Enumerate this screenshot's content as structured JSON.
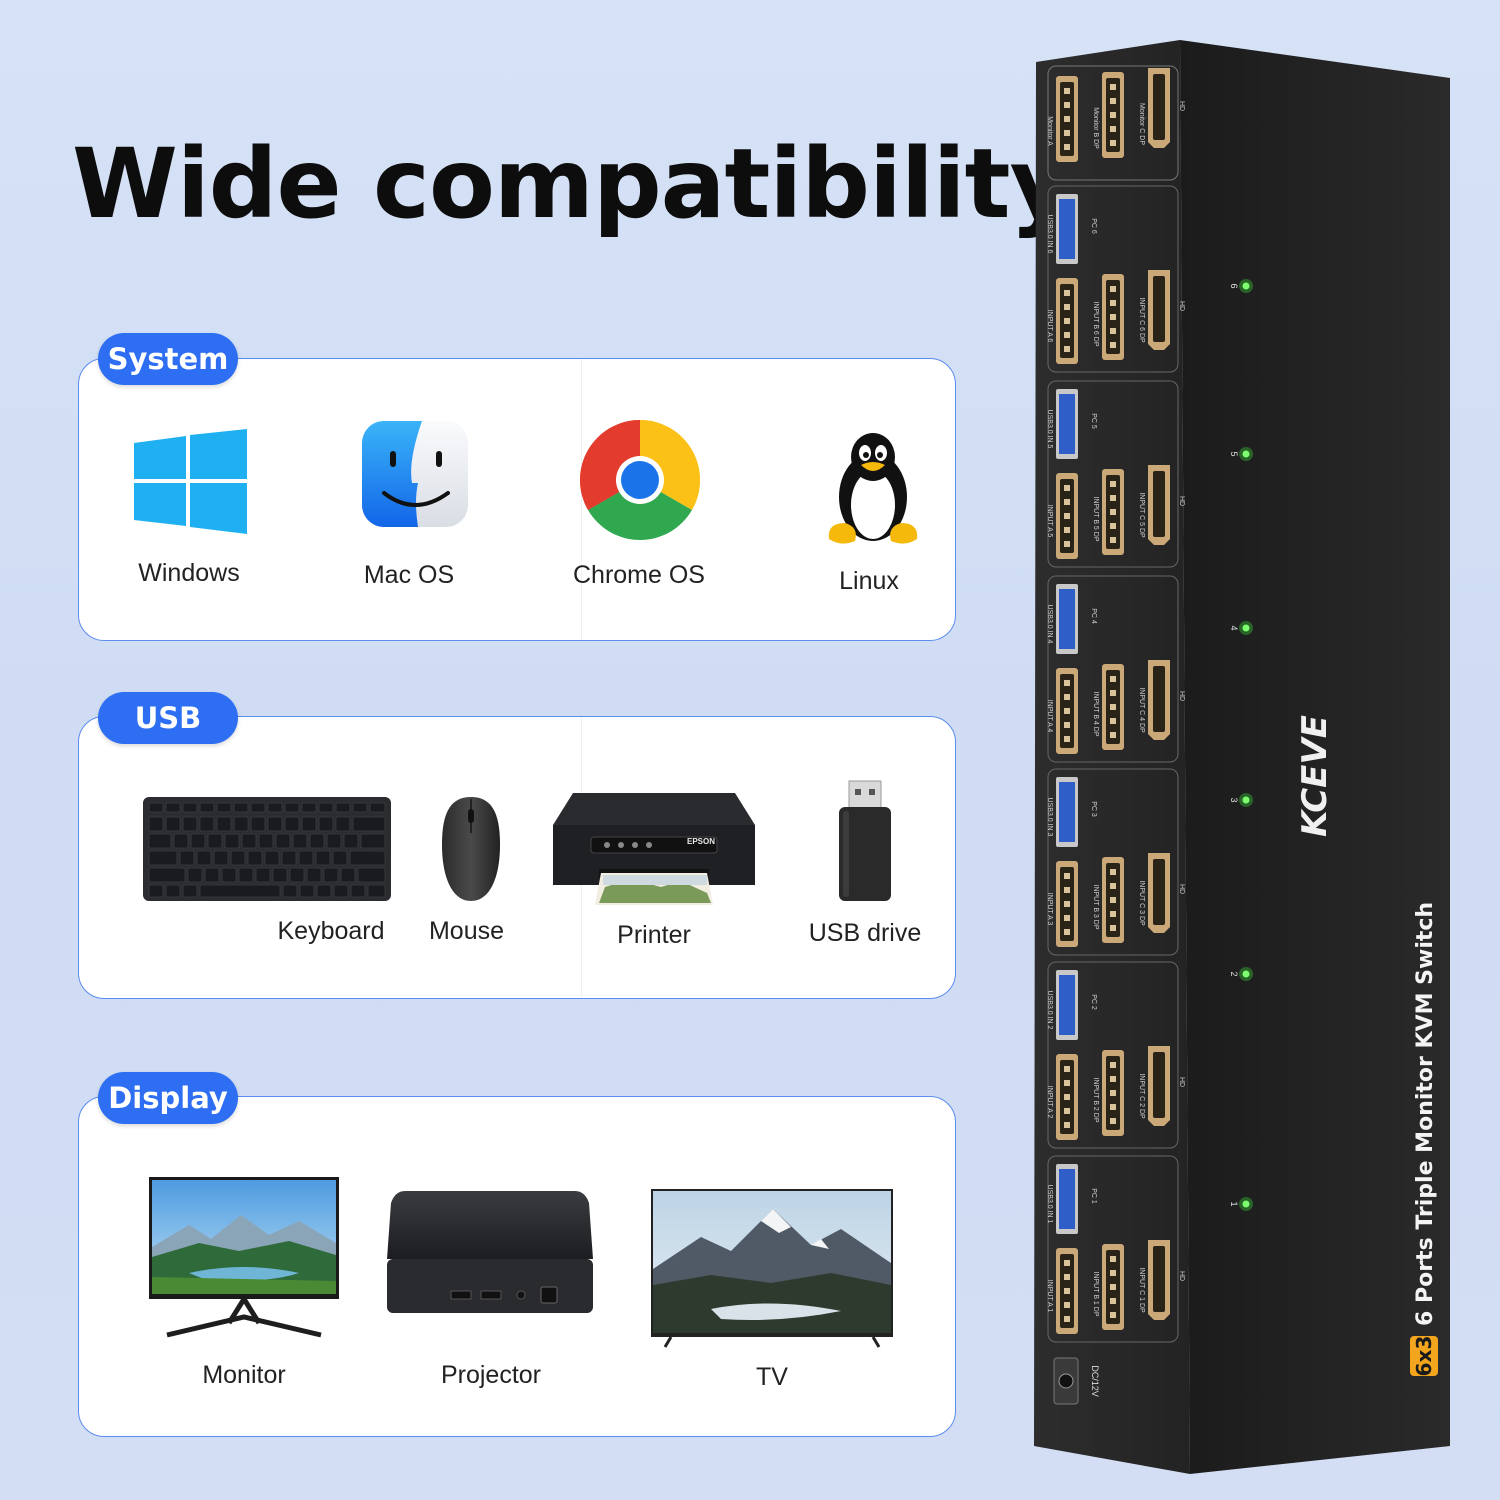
{
  "title": "Wide compatibility",
  "sections": [
    {
      "badge": "System",
      "items": [
        {
          "label": "Windows",
          "icon": "windows-logo-icon"
        },
        {
          "label": "Mac OS",
          "icon": "finder-logo-icon"
        },
        {
          "label": "Chrome OS",
          "icon": "chrome-logo-icon"
        },
        {
          "label": "Linux",
          "icon": "tux-penguin-icon"
        }
      ]
    },
    {
      "badge": "USB",
      "items": [
        {
          "label": "Keyboard",
          "icon": "keyboard-icon"
        },
        {
          "label": "Mouse",
          "icon": "mouse-icon"
        },
        {
          "label": "Printer",
          "icon": "printer-icon"
        },
        {
          "label": "USB drive",
          "icon": "usb-drive-icon"
        }
      ]
    },
    {
      "badge": "Display",
      "items": [
        {
          "label": "Monitor",
          "icon": "monitor-icon"
        },
        {
          "label": "Projector",
          "icon": "projector-icon"
        },
        {
          "label": "TV",
          "icon": "tv-icon"
        }
      ]
    }
  ],
  "printer_brand": "EPSON",
  "device": {
    "brand": "KCEVE",
    "name": "6 Ports Triple Monitor KVM Switch",
    "badge": "6x3",
    "power_label": "DC/12V",
    "monitor_ports": [
      "Monitor A",
      "Monitor B DP",
      "Monitor C DP",
      "HD"
    ],
    "pc_groups": [
      {
        "led": "6",
        "usb": "USB3.0 IN 6",
        "pc": "PC 6",
        "a": "INPUT A 6",
        "b": "INPUT B 6 DP",
        "c": "INPUT C 6 DP",
        "hd": "HD"
      },
      {
        "led": "5",
        "usb": "USB3.0 IN 5",
        "pc": "PC 5",
        "a": "INPUT A 5",
        "b": "INPUT B 5 DP",
        "c": "INPUT C 5 DP",
        "hd": "HD"
      },
      {
        "led": "4",
        "usb": "USB3.0 IN 4",
        "pc": "PC 4",
        "a": "INPUT A 4",
        "b": "INPUT B 4 DP",
        "c": "INPUT C 4 DP",
        "hd": "HD"
      },
      {
        "led": "3",
        "usb": "USB3.0 IN 3",
        "pc": "PC 3",
        "a": "INPUT A 3",
        "b": "INPUT B 3 DP",
        "c": "INPUT C 3 DP",
        "hd": "HD"
      },
      {
        "led": "2",
        "usb": "USB3.0 IN 2",
        "pc": "PC 2",
        "a": "INPUT A 2",
        "b": "INPUT B 2 DP",
        "c": "INPUT C 2 DP",
        "hd": "HD"
      },
      {
        "led": "1",
        "usb": "USB3.0 IN 1",
        "pc": "PC 1",
        "a": "INPUT A 1",
        "b": "INPUT B 1 DP",
        "c": "INPUT C 1 DP",
        "hd": "HD"
      }
    ]
  },
  "colors": {
    "background": "#d3def4",
    "accent_blue": "#2e6ef3",
    "device_body": "#2a2a2a",
    "led_green": "#39e23a",
    "badge_orange": "#f2a51d"
  }
}
